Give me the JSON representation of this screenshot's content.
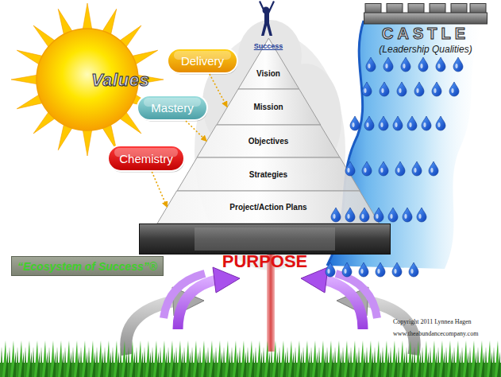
{
  "diagram": {
    "nodes": [
      {
        "text": [
          "Values"
        ]
      },
      {
        "text": [
          "Delivery"
        ]
      },
      {
        "text": [
          "Mastery"
        ]
      },
      {
        "text": [
          "Chemistry"
        ]
      },
      {
        "text": [
          "Vision"
        ]
      },
      {
        "text": [
          "Mission"
        ]
      },
      {
        "text": [
          "Objectives"
        ]
      },
      {
        "text": [
          "Strategies"
        ]
      },
      {
        "text": [
          "Project/Action Plans"
        ]
      },
      {
        "text": [
          "PURPOSE"
        ]
      },
      {
        "text": [
          "CASTLE",
          "(Leadership Qualities)"
        ]
      },
      {
        "text": [
          "“Ecosystem of Success”®"
        ]
      }
    ],
    "edges": [
      {
        "from": 1,
        "to": 5,
        "arrow": "to"
      },
      {
        "from": 2,
        "to": 6,
        "arrow": "to"
      },
      {
        "from": 3,
        "to": 8,
        "arrow": "to"
      }
    ],
    "labels": [
      "Success",
      "Copyright 2011 Lynnea Hagen",
      "www.theabundancecompany.com"
    ]
  }
}
